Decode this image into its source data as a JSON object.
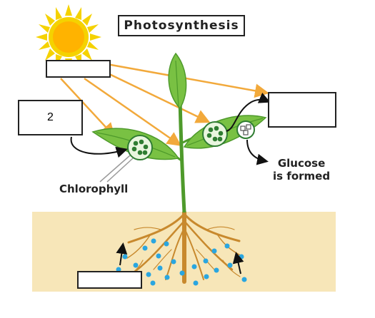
{
  "title": "Photosynthesis",
  "labels": {
    "chlorophyll": "Chlorophyll",
    "glucose_line1": "Glucose",
    "glucose_line2": "is formed"
  },
  "answer_boxes": {
    "sun_box": "",
    "left_leaf_box": "2",
    "right_leaf_box": "",
    "roots_box": ""
  },
  "colors": {
    "sun_rays": "#f5d200",
    "sun_core": "#ffb300",
    "leaf": "#79c143",
    "leaf_dark": "#4e9a2b",
    "light_arrows": "#f2a93b",
    "soil": "#f7e6b8",
    "roots": "#c8892d",
    "water_dots": "#2aa6e0",
    "chloroplast": "#2f7d32"
  },
  "icons": [
    "sun-icon",
    "chloroplast-icon",
    "water-droplet-icon",
    "glucose-molecule-icon"
  ]
}
